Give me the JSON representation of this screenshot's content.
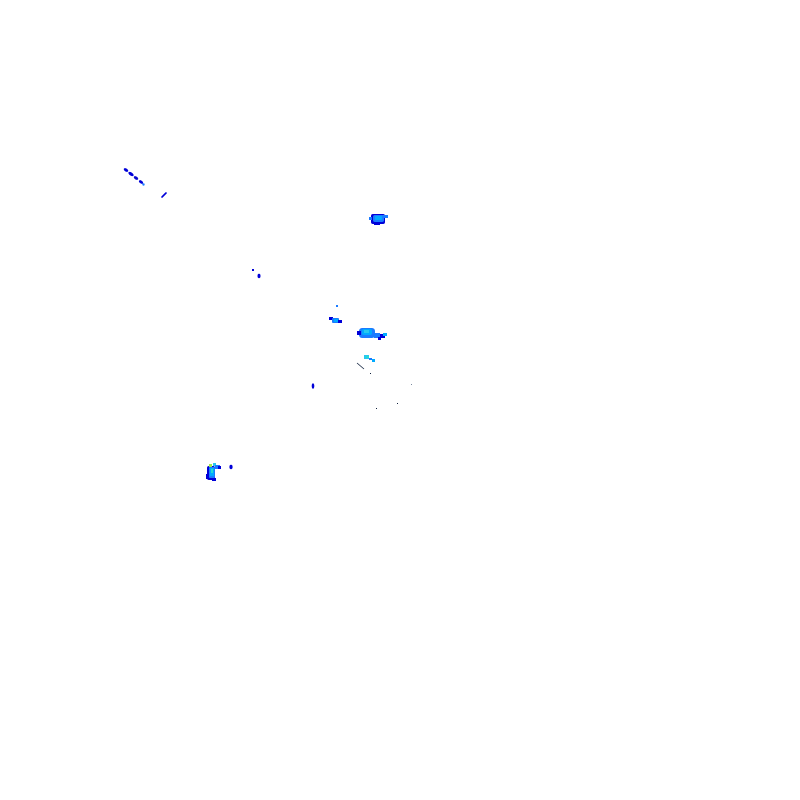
{
  "palette": {
    "background": "#ffffff",
    "deep_blue": "#0000d8",
    "mid_blue": "#1a7bff",
    "cyan": "#00aaff",
    "light_cyan": "#27c8ef",
    "aqua": "#26d9d2",
    "yellow_green": "#9fe84b",
    "dark_trace": "#10213d"
  },
  "echoes": [
    {
      "name": "echo-streak-northwest",
      "intensity": "light",
      "color": "deep_blue"
    },
    {
      "name": "echo-dash-north",
      "intensity": "light",
      "color": "deep_blue"
    },
    {
      "name": "echo-cell-north-central",
      "intensity": "moderate",
      "color": "cyan"
    },
    {
      "name": "echo-specks-west-central",
      "intensity": "light",
      "color": "deep_blue"
    },
    {
      "name": "echo-cluster-central",
      "intensity": "light",
      "color": "mid_blue"
    },
    {
      "name": "echo-cell-central-east",
      "intensity": "moderate",
      "color": "cyan"
    },
    {
      "name": "echo-patch-south-central",
      "intensity": "light",
      "color": "light_cyan"
    },
    {
      "name": "echo-fleck-central-west",
      "intensity": "light",
      "color": "deep_blue"
    },
    {
      "name": "echo-dots-southeast",
      "intensity": "trace",
      "color": "dark_trace"
    },
    {
      "name": "echo-cell-southwest",
      "intensity": "heavy",
      "color": "yellow_green"
    }
  ]
}
